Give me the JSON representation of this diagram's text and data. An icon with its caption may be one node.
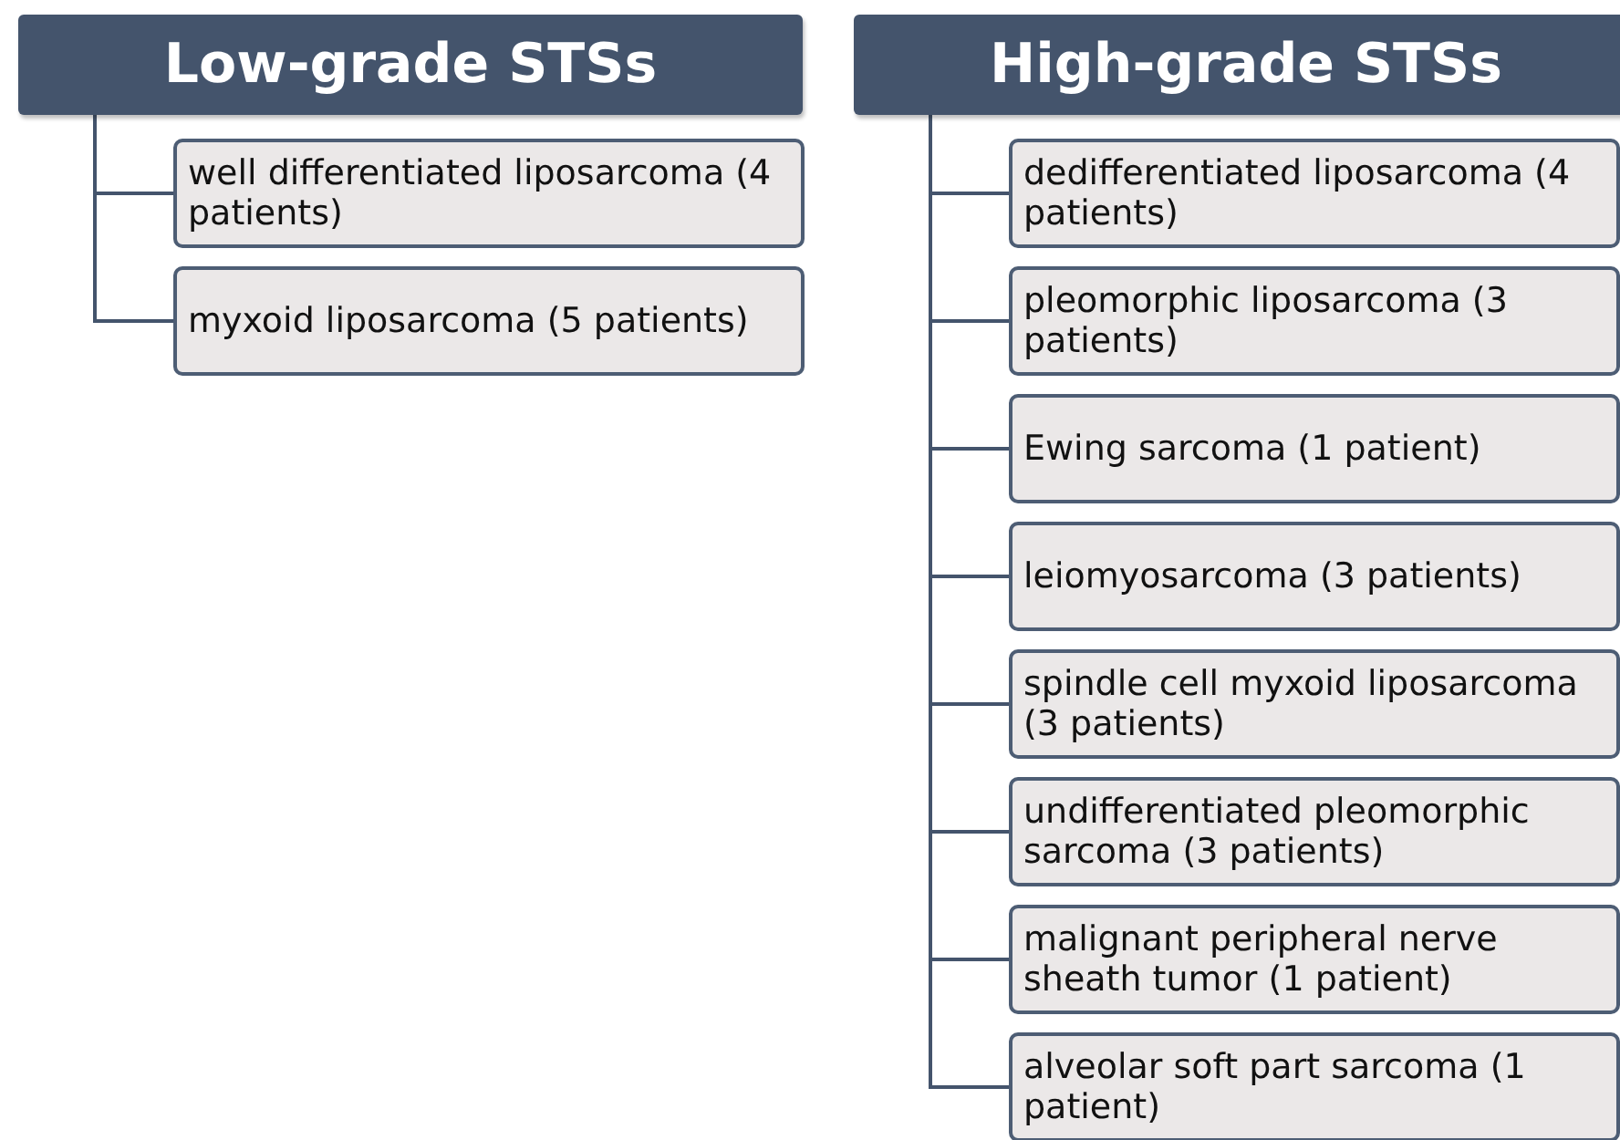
{
  "diagram": {
    "nodes": [
      {
        "text": [
          "Low-grade STSs"
        ]
      },
      {
        "text": [
          "well differentiated liposarcoma (4 patients)"
        ]
      },
      {
        "text": [
          "myxoid liposarcoma (5 patients)"
        ]
      },
      {
        "text": [
          "High-grade STSs"
        ]
      },
      {
        "text": [
          "dedifferentiated liposarcoma (4 patients)"
        ]
      },
      {
        "text": [
          "pleomorphic liposarcoma (3 patients)"
        ]
      },
      {
        "text": [
          "Ewing sarcoma (1 patient)"
        ]
      },
      {
        "text": [
          "leiomyosarcoma (3 patients)"
        ]
      },
      {
        "text": [
          "spindle cell myxoid liposarcoma (3 patients)"
        ]
      },
      {
        "text": [
          "undifferentiated pleomorphic sarcoma (3 patients)"
        ]
      },
      {
        "text": [
          "malignant peripheral nerve sheath tumor (1 patient)"
        ]
      },
      {
        "text": [
          "alveolar soft part sarcoma (1 patient)"
        ]
      }
    ],
    "edges": [
      {
        "from": 0,
        "to": 1,
        "arrow": "none"
      },
      {
        "from": 0,
        "to": 2,
        "arrow": "none"
      },
      {
        "from": 3,
        "to": 4,
        "arrow": "none"
      },
      {
        "from": 3,
        "to": 5,
        "arrow": "none"
      },
      {
        "from": 3,
        "to": 6,
        "arrow": "none"
      },
      {
        "from": 3,
        "to": 7,
        "arrow": "none"
      },
      {
        "from": 3,
        "to": 8,
        "arrow": "none"
      },
      {
        "from": 3,
        "to": 9,
        "arrow": "none"
      },
      {
        "from": 3,
        "to": 10,
        "arrow": "none"
      },
      {
        "from": 3,
        "to": 11,
        "arrow": "none"
      }
    ]
  }
}
